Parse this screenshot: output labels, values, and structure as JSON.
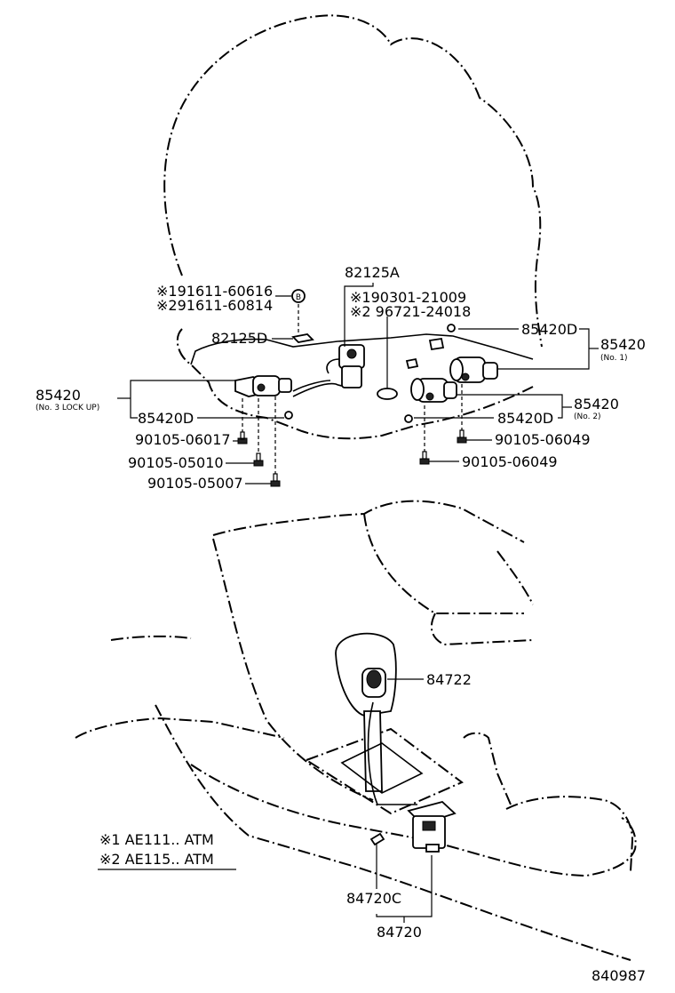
{
  "labels": {
    "p82125A": "82125A",
    "p191611": "※191611-60616",
    "p291611": "※291611-60814",
    "p190301": "※190301-21009",
    "p296721": "※2 96721-24018",
    "p82125D": "82125D",
    "p85420D_top": "85420D",
    "p85420_no1": "85420",
    "no1": "(No. 1)",
    "p85420_lockup": "85420",
    "lockup_note": "(No. 3 LOCK UP)",
    "p85420D_left": "85420D",
    "p85420D_right": "85420D",
    "p85420_no2": "85420",
    "no2": "(No. 2)",
    "b06017": "90105-06017",
    "b05010": "90105-05010",
    "b05007": "90105-05007",
    "b06049a": "90105-06049",
    "b06049b": "90105-06049",
    "p84722": "84722",
    "p84720C": "84720C",
    "p84720": "84720",
    "circled_b": "B"
  },
  "notes": {
    "note1": "※1 AE111.. ATM",
    "note2": "※2 AE115.. ATM"
  },
  "figure_number": "840987"
}
